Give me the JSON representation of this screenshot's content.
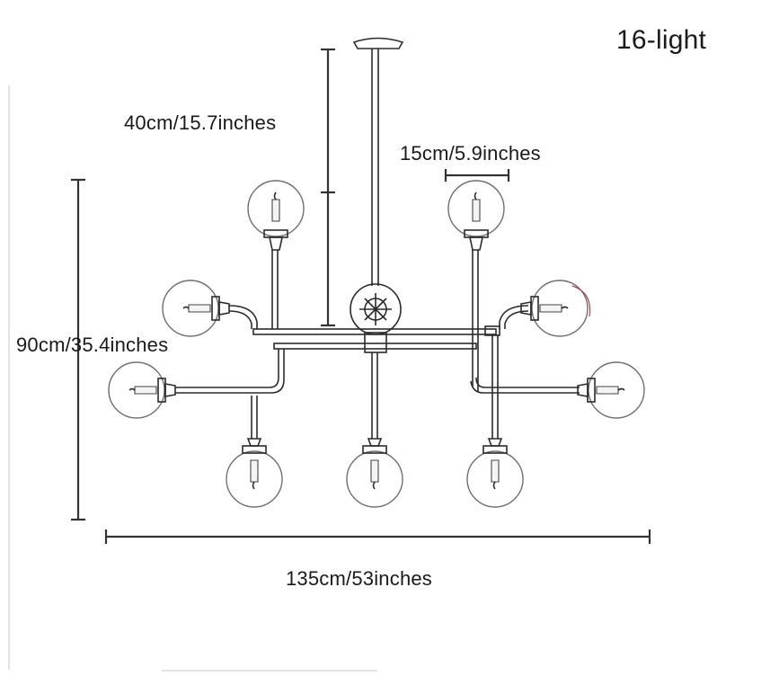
{
  "title": "16-light",
  "dimensions": {
    "drop_rod": "40cm/15.7inches",
    "globe_diameter": "15cm/5.9inches",
    "total_height": "90cm/35.4inches",
    "total_width": "135cm/53inches"
  }
}
